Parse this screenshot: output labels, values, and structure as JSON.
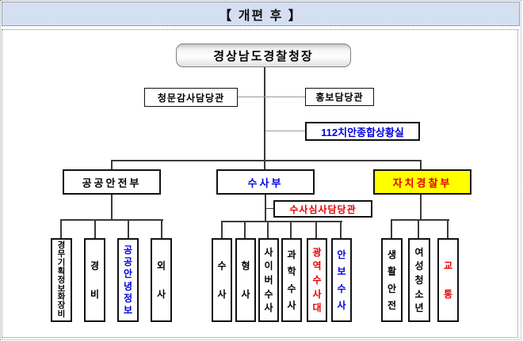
{
  "banner": {
    "title": "【 개편 후 】",
    "bg_color": "#d5dff2"
  },
  "org": {
    "root": "경상남도경찰청장",
    "audit_office": "청문감사담당관",
    "pr_office": "홍보담당관",
    "situation_room": "112치안종합상황실",
    "situation_room_color": "#0000dd",
    "review_office": "수사심사담당관",
    "review_office_color": "#e60000",
    "departments": [
      {
        "label": "공공안전부",
        "text_color": "#000000",
        "bg_color": "#ffffff"
      },
      {
        "label": "수사부",
        "text_color": "#0000dd",
        "bg_color": "#ffffff"
      },
      {
        "label": "자치경찰부",
        "text_color": "#e60000",
        "bg_color": "#ffff00"
      }
    ],
    "divisions": {
      "public_safety": [
        {
          "label": "경무기획정보화장비",
          "color": "#000000"
        },
        {
          "label": "경비",
          "color": "#000000"
        },
        {
          "label": "공공안녕정보",
          "color": "#0000dd"
        },
        {
          "label": "외사",
          "color": "#000000"
        }
      ],
      "investigation": [
        {
          "label": "수사",
          "color": "#000000"
        },
        {
          "label": "형사",
          "color": "#000000"
        },
        {
          "label": "사이버수사",
          "color": "#000000"
        },
        {
          "label": "과학수사",
          "color": "#000000"
        },
        {
          "label": "광역수사대",
          "color": "#e60000"
        },
        {
          "label": "안보수사",
          "color": "#0000dd"
        }
      ],
      "autonomous_police": [
        {
          "label": "생활안전",
          "color": "#000000"
        },
        {
          "label": "여성청소년",
          "color": "#000000"
        },
        {
          "label": "교통",
          "color": "#e60000"
        }
      ]
    }
  }
}
